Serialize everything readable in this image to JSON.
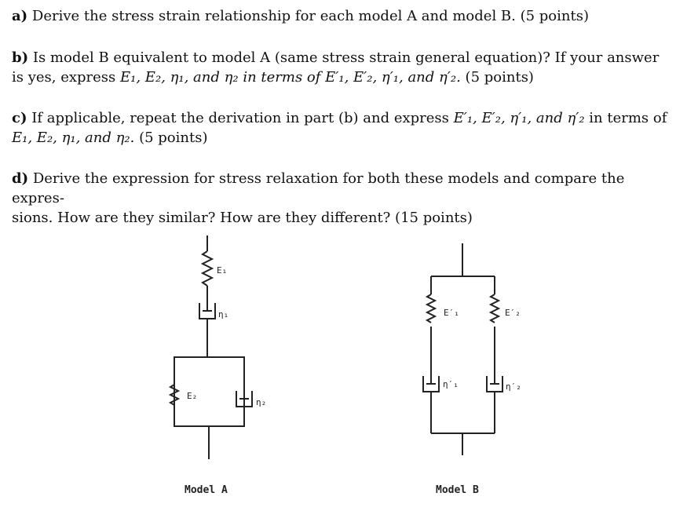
{
  "questions": [
    {
      "label": "a)",
      "text": "Derive the stress strain relationship for each model A and model B. (5 points)"
    },
    {
      "label": "b)",
      "text_line1": "Is model B equivalent to model A (same stress strain general equation)? If your answer",
      "text_line2_pre": "is yes, express ",
      "text_line2_math": "E₁, E₂, η₁, and η₂ in terms of E′₁, E′₂, η′₁, and η′₂.",
      "text_line2_post": " (5 points)"
    },
    {
      "label": "c)",
      "text_line1_pre": "If applicable, repeat the derivation in part (b) and express ",
      "text_line1_math": "E′₁, E′₂, η′₁, and η′₂",
      "text_line1_post": " in terms of",
      "text_line2_math": "E₁, E₂, η₁, and η₂.",
      "text_line2_post": " (5 points)"
    },
    {
      "label": "d)",
      "text_line1": "Derive the expression for stress relaxation for both these models and compare the expres-",
      "text_line2": "sions. How are they similar? How are they different? (15 points)"
    }
  ],
  "diagram": {
    "model_a": {
      "caption": "Model A",
      "spring1": "E₁",
      "dashpot1": "η₁",
      "spring2": "E₂",
      "dashpot2": "η₂"
    },
    "model_b": {
      "caption": "Model B",
      "spring1": "E′₁",
      "dashpot1": "η′₁",
      "spring2": "E′₂",
      "dashpot2": "η′₂"
    }
  }
}
